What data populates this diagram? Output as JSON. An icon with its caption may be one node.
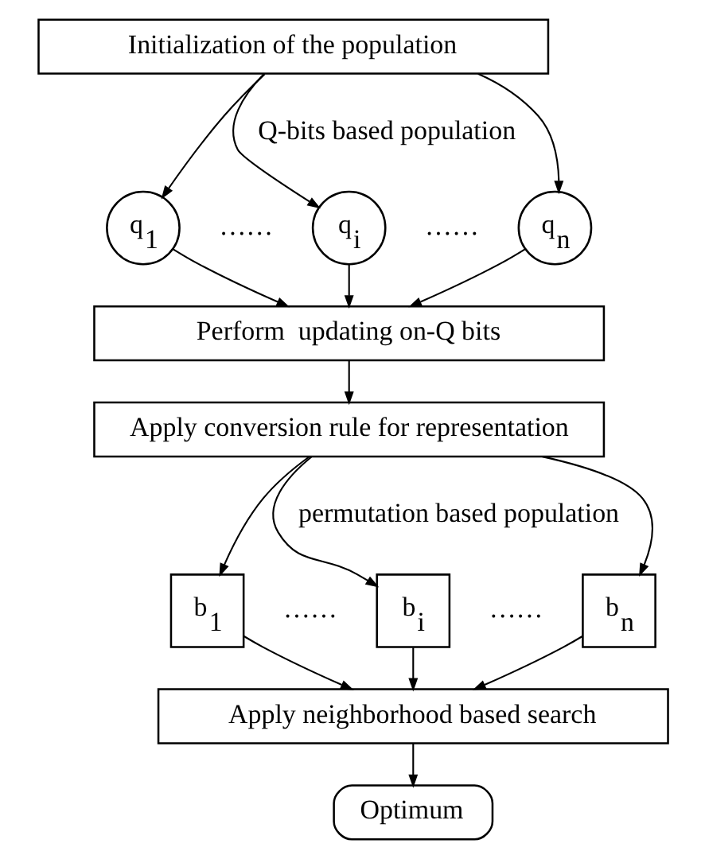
{
  "diagram": {
    "nodes": [
      {
        "text": [
          "Initialization of the population"
        ]
      },
      {
        "text": [
          "q$_{1}$"
        ]
      },
      {
        "text": [
          "q$_{i}$"
        ]
      },
      {
        "text": [
          "q$_{n}$"
        ]
      },
      {
        "text": [
          "Perform  updating on-Q bits"
        ]
      },
      {
        "text": [
          "Apply conversion rule for representation"
        ]
      },
      {
        "text": [
          "b$_{1}$"
        ]
      },
      {
        "text": [
          "b$_{i}$"
        ]
      },
      {
        "text": [
          "b$_{n}$"
        ]
      },
      {
        "text": [
          "Apply neighborhood based search"
        ]
      },
      {
        "text": [
          "Optimum"
        ]
      }
    ],
    "edges": [
      {
        "from": 0,
        "to": 1,
        "arrow": "to"
      },
      {
        "from": 0,
        "to": 2,
        "arrow": "to"
      },
      {
        "from": 0,
        "to": 3,
        "arrow": "to"
      },
      {
        "from": 1,
        "to": 4,
        "arrow": "to"
      },
      {
        "from": 2,
        "to": 4,
        "arrow": "to"
      },
      {
        "from": 3,
        "to": 4,
        "arrow": "to"
      },
      {
        "from": 4,
        "to": 5,
        "arrow": "to"
      },
      {
        "from": 5,
        "to": 6,
        "arrow": "to"
      },
      {
        "from": 5,
        "to": 7,
        "arrow": "to"
      },
      {
        "from": 5,
        "to": 8,
        "arrow": "to"
      },
      {
        "from": 6,
        "to": 9,
        "arrow": "to"
      },
      {
        "from": 7,
        "to": 9,
        "arrow": "to"
      },
      {
        "from": 8,
        "to": 9,
        "arrow": "to"
      },
      {
        "from": 9,
        "to": 10,
        "arrow": "to"
      }
    ],
    "labels": [
      "Q-bits based population",
      "……",
      "……",
      "permutation based population",
      "……",
      "……"
    ]
  }
}
